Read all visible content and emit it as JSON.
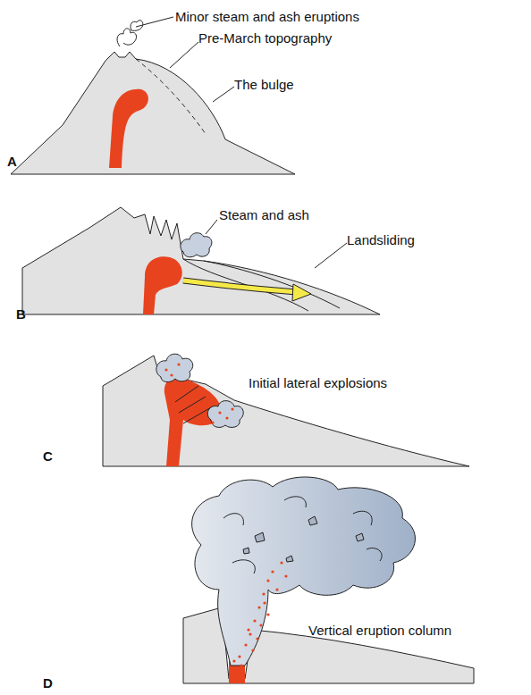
{
  "diagram": {
    "labels": [
      "Minor steam and ash eruptions",
      "Pre-March topography",
      "The bulge",
      "A",
      "Steam and ash",
      "Landsliding",
      "B",
      "Initial lateral explosions",
      "C",
      "Vertical eruption column",
      "D"
    ]
  }
}
